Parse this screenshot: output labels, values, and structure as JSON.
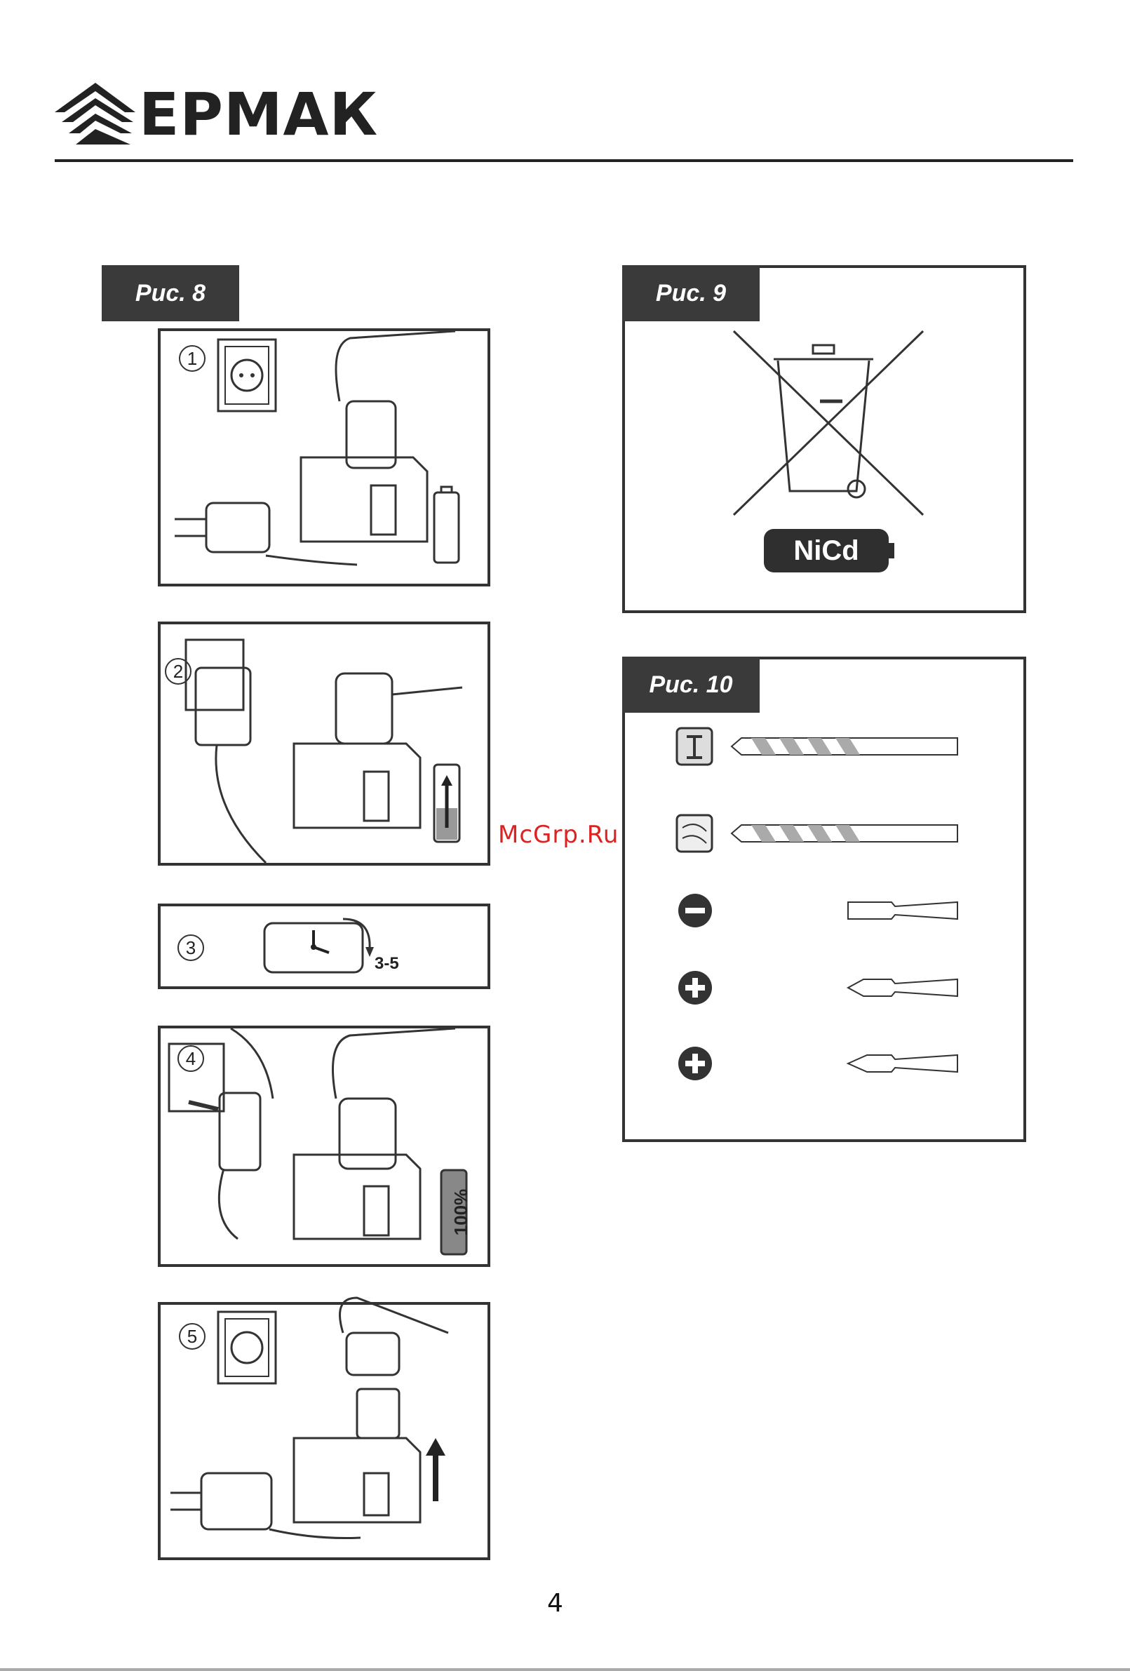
{
  "header": {
    "brand": "ЕРМАК"
  },
  "figures": {
    "fig8": {
      "label": "Рис. 8",
      "steps": [
        "1",
        "2",
        "3",
        "4",
        "5"
      ],
      "timer_text": "3-5",
      "battery_full_text": "100%"
    },
    "fig9": {
      "label": "Рис. 9",
      "badge": "NiCd"
    },
    "fig10": {
      "label": "Рис. 10"
    }
  },
  "watermark": "McGrp.Ru",
  "footer": {
    "page_number": "4"
  }
}
